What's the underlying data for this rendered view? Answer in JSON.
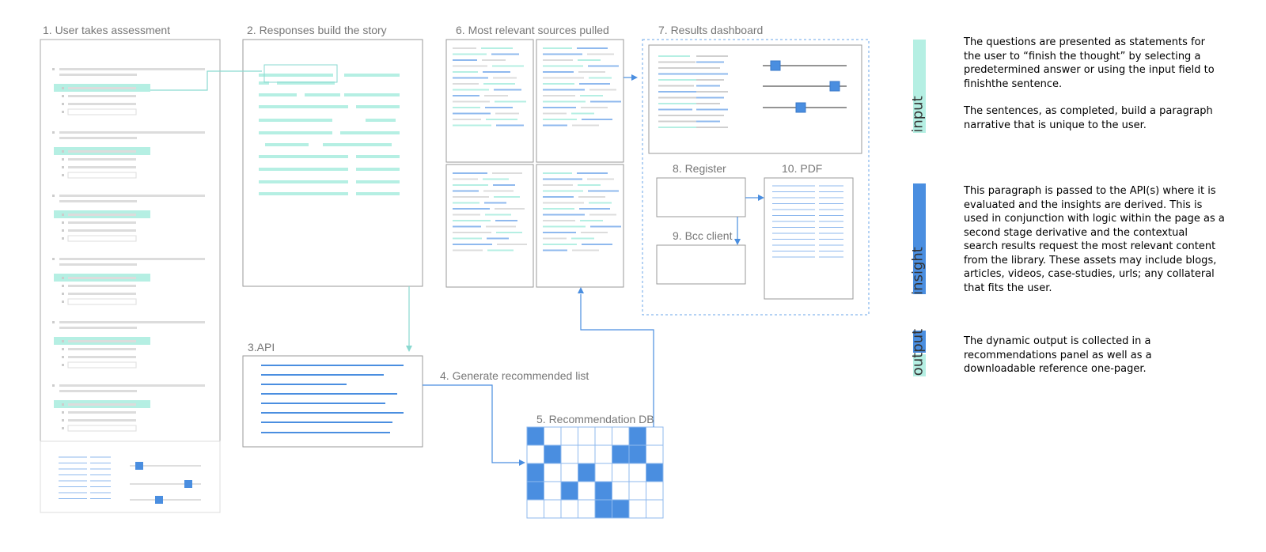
{
  "steps": {
    "s1": "1. User takes assessment",
    "s2": "2. Responses build the story",
    "s3": "3.API",
    "s4": "4. Generate recommended list",
    "s5": "5. Recommendation DB",
    "s6": "6. Most relevant sources pulled",
    "s7": "7. Results dashboard",
    "s8": "8. Register",
    "s9": "9. Bcc client",
    "s10": "10. PDF"
  },
  "legend": {
    "input": {
      "label": "input",
      "p1": "The questions are presented as statements for the user to “finish the thought” by selecting a predetermined answer or using the input field to finishthe sentence.",
      "p2": "The sentences, as completed, build a paragraph narrative that is unique to the user."
    },
    "insight": {
      "label": "insight",
      "p1": "This paragraph is passed to the API(s) where it is evaluated and the insights are derived. This is used in conjunction with logic within the page as a second stage derivative and the contextual search results request the most relevant content from the library. These assets may include blogs, articles, videos, case-studies, urls; any collateral that fits the user."
    },
    "output": {
      "label": "output",
      "p1": "The dynamic output is collected in a recommendations panel as well as a downloadable reference one-pager."
    }
  },
  "colors": {
    "teal": "#b5efe3",
    "blue": "#4a8ee0",
    "gray": "#dcdcdc",
    "frame": "#9a9a9a"
  }
}
